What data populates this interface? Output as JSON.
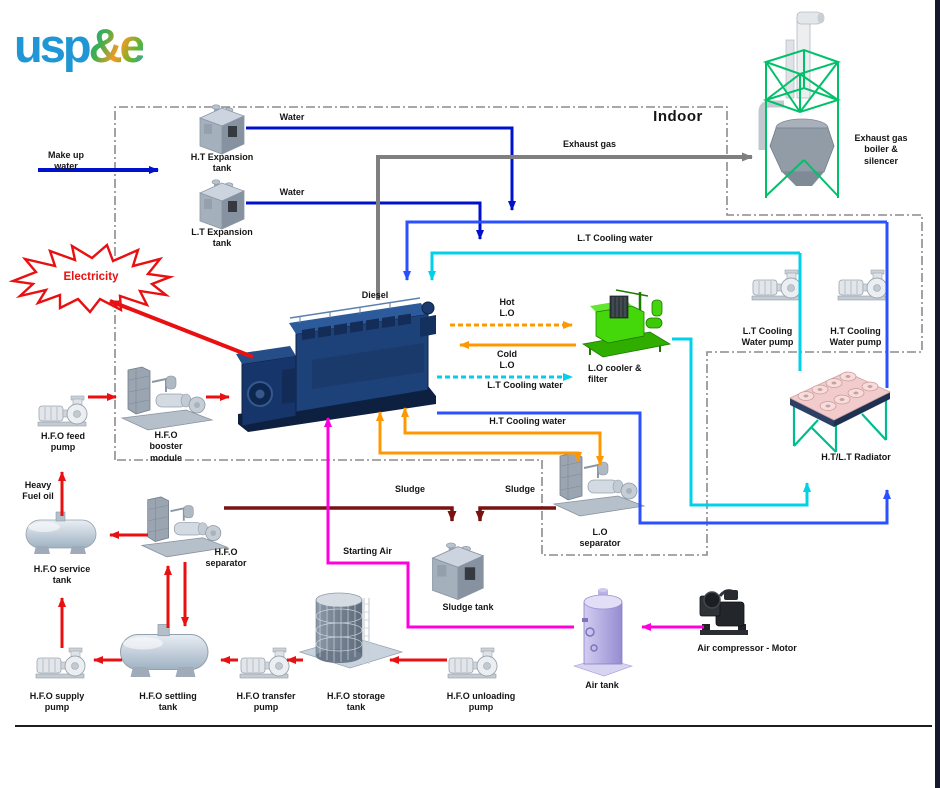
{
  "logo": {
    "usp": "usp",
    "ampersand_e": "&e"
  },
  "diagram": {
    "region_label": "Indoor",
    "flows": {
      "make_up_water": {
        "label": "Make up\nwater",
        "color": "#0011cc"
      },
      "water_ht": {
        "label": "Water",
        "color": "#0011cc"
      },
      "water_lt": {
        "label": "Water",
        "color": "#0011cc"
      },
      "exhaust_gas": {
        "label": "Exhaust gas",
        "color": "#7f7f7f"
      },
      "lt_cooling_water_top": {
        "label": "L.T Cooling water",
        "color": "#00d0e8"
      },
      "lt_cooling_water_engine": {
        "label": "L.T Cooling water",
        "color": "#00d0e8"
      },
      "ht_cooling_water": {
        "label": "H.T Cooling water",
        "color": "#2b50ff"
      },
      "hot_lo": {
        "label": "Hot\nL.O",
        "color": "#ff9800"
      },
      "cold_lo": {
        "label": "Cold\nL.O",
        "color": "#ff9800"
      },
      "sludge_hfo": {
        "label": "Sludge",
        "color": "#7a1212"
      },
      "sludge_lo": {
        "label": "Sludge",
        "color": "#7a1212"
      },
      "starting_air": {
        "label": "Starting Air",
        "color": "#ff00dd"
      },
      "heavy_fuel_oil": {
        "label": "Heavy\nFuel  oil",
        "color": "#e81010"
      },
      "electricity": {
        "label": "Electricity",
        "color": "#e81010"
      }
    },
    "equipment": {
      "ht_expansion_tank": {
        "label": "H.T Expansion\ntank"
      },
      "lt_expansion_tank": {
        "label": "L.T Expansion\ntank"
      },
      "diesel_engine": {
        "label": "Diesel"
      },
      "exhaust_boiler": {
        "label": "Exhaust gas\nboiler &\nsilencer"
      },
      "lo_cooler": {
        "label": "L.O cooler &\nfilter"
      },
      "lt_cooling_pump": {
        "label": "L.T Cooling\nWater pump"
      },
      "ht_cooling_pump": {
        "label": "H.T Cooling\nWater pump"
      },
      "radiator": {
        "label": "H.T/L.T Radiator"
      },
      "hfo_feed_pump": {
        "label": "H.F.O feed\npump"
      },
      "hfo_booster_module": {
        "label": "H.F.O\nbooster\nmodule"
      },
      "hfo_service_tank": {
        "label": "H.F.O service\ntank"
      },
      "hfo_separator": {
        "label": "H.F.O\nseparator"
      },
      "lo_separator": {
        "label": "L.O\nseparator"
      },
      "sludge_tank": {
        "label": "Sludge tank"
      },
      "air_tank": {
        "label": "Air tank"
      },
      "air_compressor": {
        "label": "Air compressor - Motor"
      },
      "hfo_supply_pump": {
        "label": "H.F.O supply\npump"
      },
      "hfo_settling_tank": {
        "label": "H.F.O settling\ntank"
      },
      "hfo_transfer_pump": {
        "label": "H.F.O transfer\npump"
      },
      "hfo_storage_tank": {
        "label": "H.F.O storage\ntank"
      },
      "hfo_unloading_pump": {
        "label": "H.F.O unloading\npump"
      }
    },
    "colors": {
      "water": "#0011cc",
      "ht_cooling": "#2b50ff",
      "lt_cooling": "#00d0e8",
      "lube_oil": "#ff9800",
      "fuel": "#e81010",
      "sludge": "#7a1212",
      "starting_air": "#ff00dd",
      "exhaust": "#7f7f7f",
      "border": "#8c8c8c"
    }
  }
}
